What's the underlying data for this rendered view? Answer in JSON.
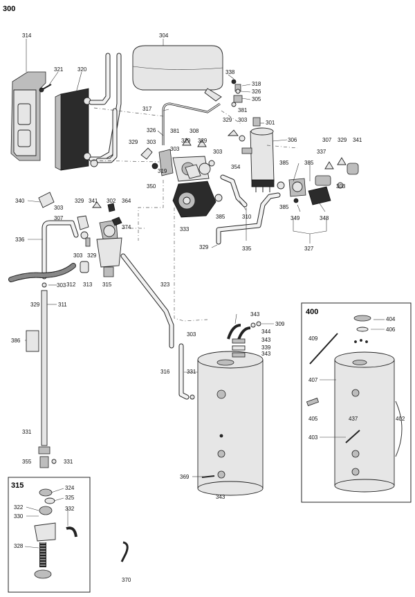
{
  "page_title": "300",
  "box_400_title": "400",
  "box_315_title": "315",
  "labels": {
    "p314": "314",
    "p321": "321",
    "p320": "320",
    "p304": "304",
    "p338": "338",
    "p318": "318",
    "p326a": "326",
    "p305": "305",
    "p381a": "381",
    "p317": "317",
    "p326b": "326",
    "p381b": "381",
    "p308": "308",
    "p329a": "329",
    "p303a": "303",
    "p301": "301",
    "p306": "306",
    "p307a": "307",
    "p329b": "329",
    "p341a": "341",
    "p337": "337",
    "p385a": "385",
    "p385b": "385",
    "p329c": "329",
    "p303b": "303",
    "p303c": "303",
    "p319": "319",
    "p350": "350",
    "p329d": "329",
    "p354": "354",
    "p303d": "303",
    "p385c": "385",
    "p333": "333",
    "p385d": "385",
    "p310": "310",
    "p349": "349",
    "p348": "348",
    "p327": "327",
    "p335": "335",
    "p329e": "329",
    "p340": "340",
    "p329f": "329",
    "p341b": "341",
    "p302": "302",
    "p364": "364",
    "p303e": "303",
    "p307b": "307",
    "p374": "374",
    "p336": "336",
    "p303f": "303",
    "p329g": "329",
    "p312": "312",
    "p313": "313",
    "p303g": "303",
    "p315": "315",
    "p323": "323",
    "p329h": "329",
    "p311": "311",
    "p386": "386",
    "p343a": "343",
    "p309": "309",
    "p344": "344",
    "p343b": "343",
    "p339": "339",
    "p343c": "343",
    "p303h": "303",
    "p316": "316",
    "p331a": "331",
    "p331b": "331",
    "p355": "355",
    "p331c": "331",
    "p369": "369",
    "p343d": "343",
    "p404": "404",
    "p406": "406",
    "p409": "409",
    "p407": "407",
    "p405": "405",
    "p437": "437",
    "p402": "402",
    "p403": "403",
    "p324": "324",
    "p325": "325",
    "p322": "322",
    "p330": "330",
    "p332": "332",
    "p328": "328",
    "p370": "370",
    "p303i": "303"
  }
}
